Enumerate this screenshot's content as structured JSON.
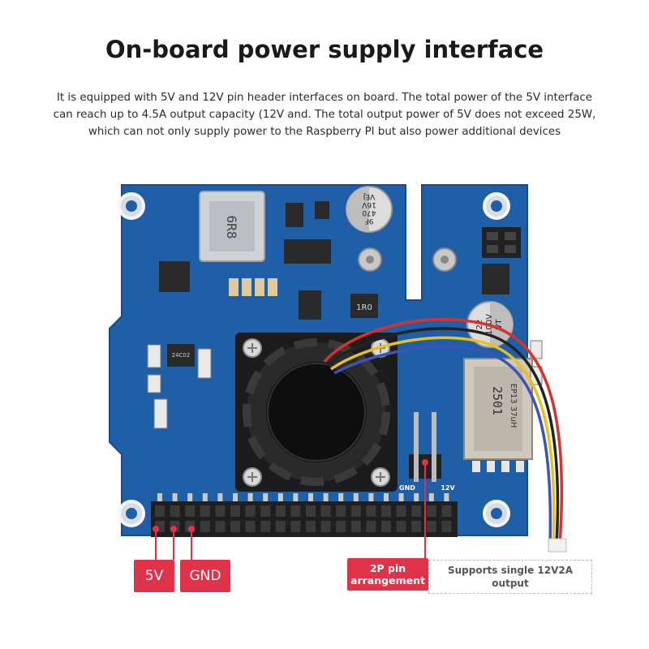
{
  "title": "On-board power supply interface",
  "description_lines": [
    "It is equipped with 5V and 12V pin header interfaces on board. The total power of the 5V interface",
    "can reach up to 4.5A output capacity (12V and. The total output power of 5V does not exceed 25W,",
    "which can not only supply power to the Raspberry PI but also power additional devices"
  ],
  "component_markings": {
    "inductor": "6R8",
    "capacitor_left": [
      "9F",
      "470",
      "16V",
      "VEJ"
    ],
    "capacitor_right": [
      "22",
      "100V",
      "VT"
    ],
    "transformer": [
      "2501",
      "EP13 37uH"
    ],
    "resistor": "1R0",
    "chip": "24C02"
  },
  "pin_labels": {
    "gnd": "GND",
    "v12": "12V"
  },
  "callouts": {
    "five_v": "5V",
    "gnd": "GND",
    "pin_arrangement": [
      "2P pin",
      "arrangement"
    ],
    "note": [
      "Supports single 12V2A",
      "output"
    ]
  },
  "colors": {
    "pcb": "#1f5fa8",
    "accent": "#e0334a",
    "fan": "#1c1c1c"
  }
}
